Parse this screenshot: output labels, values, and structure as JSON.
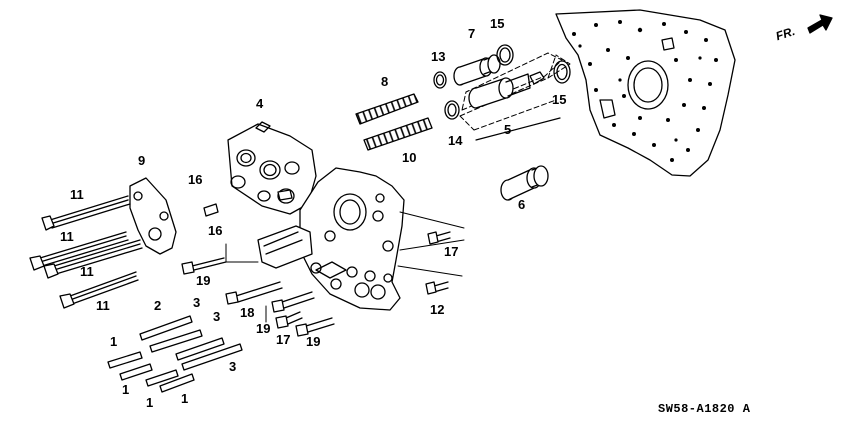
{
  "diagram": {
    "direction_label": "FR.",
    "diagram_code": "SW58-A1820 A",
    "callouts": {
      "c1a": "1",
      "c1b": "1",
      "c1c": "1",
      "c1d": "1",
      "c2": "2",
      "c3a": "3",
      "c3b": "3",
      "c3c": "3",
      "c4": "4",
      "c5": "5",
      "c6": "6",
      "c7": "7",
      "c8": "8",
      "c9": "9",
      "c10": "10",
      "c11a": "11",
      "c11b": "11",
      "c11c": "11",
      "c11d": "11",
      "c12": "12",
      "c13": "13",
      "c14": "14",
      "c15a": "15",
      "c15b": "15",
      "c16a": "16",
      "c16b": "16",
      "c17a": "17",
      "c17b": "17",
      "c18": "18",
      "c19a": "19",
      "c19b": "19",
      "c19c": "19"
    },
    "icons": {
      "direction_arrow": "fr-arrow-icon"
    }
  }
}
